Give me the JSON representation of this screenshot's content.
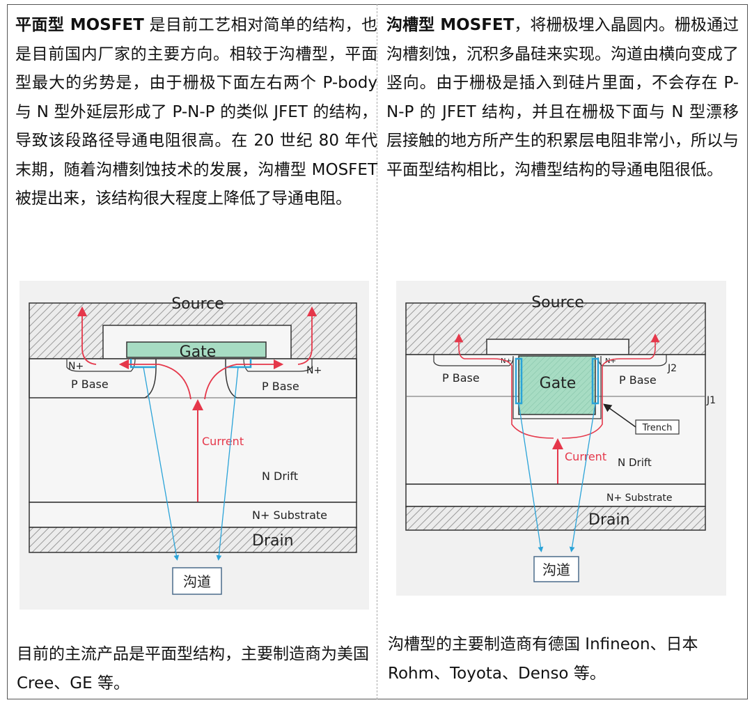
{
  "left": {
    "title_bold": "平面型 MOSFET",
    "paragraph": " 是目前工艺相对简单的结构，也是目前国内厂家的主要方向。相较于沟槽型，平面型最大的劣势是，由于栅极下面左右两个 P-body 与 N 型外延层形成了 P-N-P 的类似 JFET 的结构，导致该段路径导通电阻很高。在 20 世纪 80 年代末期，随着沟槽刻蚀技术的发展，沟槽型 MOSFET 被提出来，该结构很大程度上降低了导通电阻。",
    "diagram": {
      "source": "Source",
      "gate": "Gate",
      "n_plus_left": "N+",
      "n_plus_right": "N+",
      "p_base_left": "P Base",
      "p_base_right": "P Base",
      "current": "Current",
      "n_drift": "N Drift",
      "n_substrate": "N+ Substrate",
      "drain": "Drain",
      "channel": "沟道"
    },
    "footer": "目前的主流产品是平面型结构，主要制造商为美国 Cree、GE 等。"
  },
  "right": {
    "title_bold": "沟槽型 MOSFET",
    "paragraph": "，将栅极埋入晶圆内。栅极通过沟槽刻蚀，沉积多晶硅来实现。沟道由横向变成了竖向。由于栅极是插入到硅片里面，不会存在 P-N-P 的 JFET 结构，并且在栅极下面与 N 型漂移层接触的地方所产生的积累层电阻非常小，所以与平面型结构相比，沟槽型结构的导通电阻很低。",
    "diagram": {
      "source": "Source",
      "gate": "Gate",
      "n_plus_left": "N+",
      "n_plus_right": "N+",
      "p_base_left": "P Base",
      "p_base_right": "P Base",
      "j2": "J2",
      "j1": "J1",
      "trench": "Trench",
      "current": "Current",
      "n_drift": "N Drift",
      "n_substrate": "N+ Substrate",
      "drain": "Drain",
      "channel": "沟道"
    },
    "footer": "沟槽型的主要制造商有德国 Infineon、日本 Rohm、Toyota、Denso 等。"
  },
  "colors": {
    "gate_fill": "#a7dcc3",
    "channel_blue": "#2aa3d8",
    "current_red": "#e5374a",
    "hatch": "#9a9a9a"
  }
}
